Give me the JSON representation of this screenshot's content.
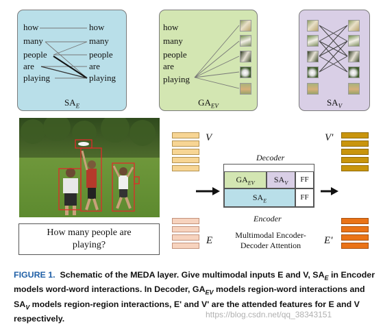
{
  "sa_e_panel": {
    "left_words": [
      "how",
      "many",
      "people",
      "are",
      "playing"
    ],
    "right_words": [
      "how",
      "many",
      "people",
      "are",
      "playing"
    ],
    "label": "SA",
    "label_sub": "E"
  },
  "ga_ev_panel": {
    "words": [
      "how",
      "many",
      "people",
      "are",
      "playing"
    ],
    "label": "GA",
    "label_sub": "EV"
  },
  "sa_v_panel": {
    "label": "SA",
    "label_sub": "V"
  },
  "query": {
    "line1": "How many people are",
    "line2": "playing?"
  },
  "features": {
    "v": "V",
    "v_prime": "V'",
    "e": "E",
    "e_prime": "E'"
  },
  "medl": {
    "decoder": "Decoder",
    "encoder": "Encoder",
    "ga": "GA",
    "ga_sub": "EV",
    "sa_v": "SA",
    "sa_v_sub": "V",
    "sa_e": "SA",
    "sa_e_sub": "E",
    "ff_top": "FF",
    "ff_bottom": "FF",
    "caption1": "Multimodal Encoder-",
    "caption2": "Decoder Attention"
  },
  "figure_caption": {
    "fig_label": "FIGURE 1.",
    "text": "Schematic of the MEDA layer. Give multimodal inputs E and V, SA",
    "sub1": "E",
    "text2": " in Encoder models word-word interactions. In Decoder, GA",
    "sub2": "EV",
    "text3": " models region-word interactions and SA",
    "sub3": "V",
    "text4": " models region-region interactions, E' and V' are the attended features for E and V respectively."
  },
  "watermark": "https://blog.csdn.net/qq_38343151",
  "colors": {
    "sa_e_bg": "#b9dfe9",
    "ga_ev_bg": "#d3e6b2",
    "sa_v_bg": "#d9cfe6",
    "v_feat": "#f7d594",
    "v_prime_feat": "#c9950d",
    "e_feat": "#f7d3be",
    "e_prime_feat": "#ea7317",
    "caption_blue": "#1f5fa6"
  }
}
